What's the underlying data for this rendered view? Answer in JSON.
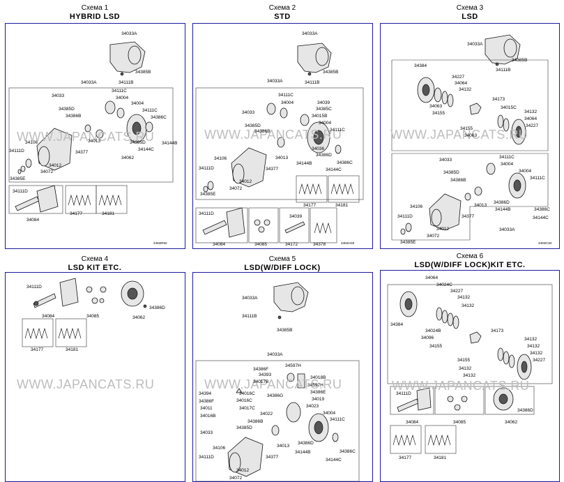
{
  "watermark": "WWW.JAPANCATS.RU",
  "schemes": [
    {
      "number_text": "Схема 1",
      "title": "HYBRID LSD",
      "code": "34M2R50",
      "labels": [
        "34033A",
        "34385B",
        "34111B",
        "34033A",
        "34033",
        "34111C",
        "34004",
        "34385D",
        "34386B",
        "34004",
        "34111C",
        "34386C",
        "34106",
        "34013",
        "34111D",
        "34377",
        "34385D",
        "34144B",
        "34144C",
        "34012",
        "34062",
        "34072",
        "34385E",
        "34111D",
        "34177",
        "34181",
        "34084"
      ]
    },
    {
      "number_text": "Схема 2",
      "title": "STD",
      "code": "34M2A50",
      "labels": [
        "34033A",
        "34385B",
        "34111B",
        "34033A",
        "34111C",
        "34039",
        "34004",
        "34385C",
        "34033",
        "34015B",
        "34385D",
        "34004",
        "34386B",
        "34111C",
        "34106",
        "34013",
        "34036",
        "34386D",
        "34111D",
        "34377",
        "34144B",
        "34386C",
        "34012",
        "34144C",
        "34072",
        "34385E",
        "34177",
        "34181",
        "34111D",
        "34039",
        "34084",
        "34085",
        "34172",
        "34378"
      ]
    },
    {
      "number_text": "Схема 3",
      "title": "LSD",
      "code": "34M2C50",
      "labels": [
        "34033A",
        "34385B",
        "34111B",
        "34384",
        "34227",
        "34064",
        "34132",
        "34063",
        "34173",
        "34155",
        "34015C",
        "34132",
        "34155",
        "34064",
        "34063",
        "34227",
        "34111C",
        "34033",
        "34004",
        "34385D",
        "34004",
        "34386B",
        "34111C",
        "34106",
        "34013",
        "34386D",
        "34111D",
        "34377",
        "34144B",
        "34386C",
        "34012",
        "34144C",
        "34072",
        "34033A",
        "34385E"
      ]
    },
    {
      "number_text": "Схема 4",
      "title": "LSD KIT ETC.",
      "code": "",
      "labels": [
        "34111D",
        "34084",
        "34085",
        "34062",
        "34386D",
        "34177",
        "34181"
      ]
    },
    {
      "number_text": "Схема 5",
      "title": "LSD(W/DIFF LOCK)",
      "code": "",
      "labels": [
        "34033A",
        "34111B",
        "34385B",
        "34033A",
        "34386F",
        "34597H",
        "34393",
        "34018B",
        "34017B",
        "34597H",
        "34394",
        "34016C",
        "34386E",
        "34386F",
        "34016C",
        "34386G",
        "34019",
        "34011",
        "34017C",
        "34023",
        "34016B",
        "34022",
        "34004",
        "34386B",
        "34111C",
        "34033",
        "34385D",
        "34013",
        "34386D",
        "34106",
        "34144B",
        "34386C",
        "34111D",
        "34377",
        "34144C",
        "34012",
        "34072"
      ]
    },
    {
      "number_text": "Схема 6",
      "title": "LSD(W/DIFF LOCK)KIT ETC.",
      "code": "",
      "labels": [
        "34064",
        "34024C",
        "34227",
        "34384",
        "34132",
        "34024B",
        "34132",
        "34096",
        "34173",
        "34155",
        "34132",
        "34132",
        "34155",
        "34132",
        "34132",
        "34227",
        "34132",
        "34111D",
        "34084",
        "34085",
        "34062",
        "34386D",
        "34177",
        "34181"
      ]
    }
  ]
}
